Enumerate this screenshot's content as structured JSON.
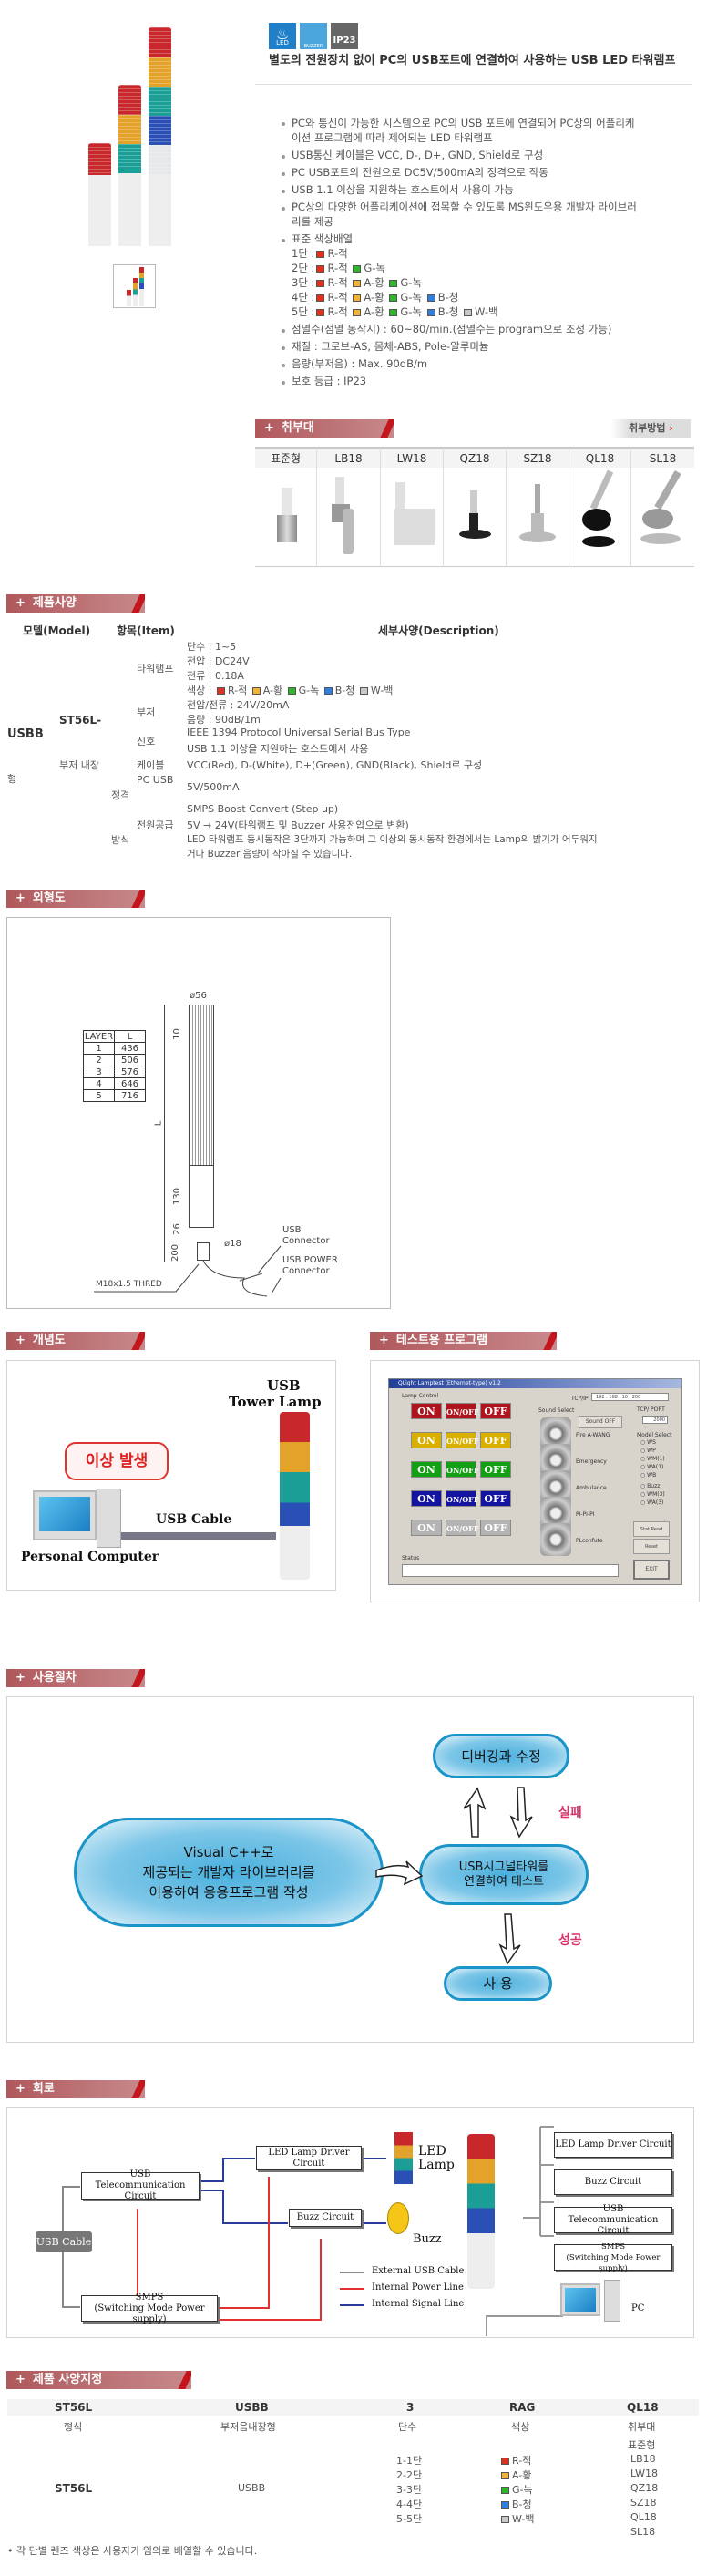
{
  "badges": {
    "led": "LED",
    "buzzer": "BUZZER",
    "ip": "IP23"
  },
  "title": "별도의 전원장치 없이 PC의 USB포트에 연결하여 사용하는 USB LED 타워램프",
  "features": [
    "PC와 통신이 가능한 시스템으로 PC의 USB 포트에 연결되어 PC상의 어플리케",
    "이션 프로그램에 따라 제어되는 LED 타워램프",
    "USB통신 케이블은 VCC, D-, D+, GND, Shield로 구성",
    "PC USB포트의 전원으로 DC5V/500mA의 정격으로 작동",
    "USB 1.1 이상을 지원하는 호스트에서 사용이 가능",
    "PC상의 다양한 어플리케이션에 접목할 수 있도록 MS윈도우용 개발자 라이브러",
    "리를 제공",
    "표준 색상배열"
  ],
  "colors": {
    "R": "#e0301e",
    "A": "#f2b233",
    "G": "#2fb52a",
    "B": "#2f7fe0",
    "W": "#c8c8c8"
  },
  "color_names": {
    "R": "R-적",
    "A": "A-황",
    "G": "G-녹",
    "B": "B-청",
    "W": "W-백"
  },
  "tiers": [
    "1단 :",
    "2단 :",
    "3단 :",
    "4단 :",
    "5단 :"
  ],
  "features2": [
    "점멸수(점멸 동작시) : 60~80/min.(점멸수는 program으로 조정 가능)",
    "재질 : 그로브-AS, 몸체-ABS, Pole-알루미늄",
    "음량(부저음) : Max. 90dB/m",
    "보호 등급 : IP23"
  ],
  "sections": {
    "mount": "취부대",
    "spec": "제품사양",
    "outline": "외형도",
    "concept": "개념도",
    "testprog": "테스트용 프로그램",
    "procedure": "사용절차",
    "circuit": "회로",
    "order": "제품 사양지정"
  },
  "mount": {
    "method_button": "취부방법",
    "columns": [
      "표준형",
      "LB18",
      "LW18",
      "QZ18",
      "SZ18",
      "QL18",
      "SL18"
    ]
  },
  "spec": {
    "headers": [
      "모델(Model)",
      "항목(Item)",
      "세부사양(Description)"
    ],
    "model": [
      "USBB",
      "형",
      "ST56L-",
      "부저 내장"
    ],
    "items": [
      "타워램프",
      "부저",
      "신호",
      "케이블",
      "PC USB",
      "정격",
      "전원공급",
      "방식"
    ],
    "desc": [
      "단수 : 1~5",
      "전압 : DC24V",
      "전류 : 0.18A",
      "색상 :",
      "전압/전류 : 24V/20mA",
      "음량 : 90dB/1m",
      "IEEE 1394 Protocol Universal Serial Bus Type",
      "USB 1.1 이상을 지원하는 호스트에서 사용",
      "VCC(Red), D-(White), D+(Green), GND(Black), Shield로 구성",
      "5V/500mA",
      "SMPS Boost Convert (Step up)",
      "5V → 24V(타워램프 및 Buzzer 사용전압으로 변환)",
      "LED 타워램프 동시동작은 3단까지 가능하며 그 이상의 동시동작 환경에서는 Lamp의 밝기가 어두워지",
      "거나 Buzzer 음량이 작아질 수 있습니다."
    ]
  },
  "outline": {
    "table_headers": [
      "LAYER",
      "L"
    ],
    "rows": [
      [
        "1",
        "436"
      ],
      [
        "2",
        "506"
      ],
      [
        "3",
        "576"
      ],
      [
        "4",
        "646"
      ],
      [
        "5",
        "716"
      ]
    ],
    "dims": [
      "ø56",
      "10",
      "L",
      "130",
      "26",
      "200",
      "ø18"
    ],
    "labels": [
      "USB",
      "Connector",
      "USB POWER",
      "Connector",
      "M18x1.5 THRED"
    ]
  },
  "concept": {
    "tower1": "USB",
    "tower2": "Tower Lamp",
    "alert": "이상 발생",
    "cable": "USB Cable",
    "pc": "Personal Computer"
  },
  "testprog": {
    "window_title": "QLight Lamptest (Ethernet-type) v1.2",
    "lamp_control": "Lamp Control",
    "on": "ON",
    "onoff": "ON/OFF",
    "off": "OFF",
    "sound_select": "Sound Select",
    "sound_off": "Sound OFF",
    "sounds": [
      "Fire A-WANG",
      "Emergency",
      "Ambulance",
      "PI-PI-PI",
      "PLconfute"
    ],
    "tcpip": "TCP/IP",
    "ip": "192 . 168 . 10 . 200",
    "port_label": "TCP/ PORT",
    "port": "2000",
    "model_select": "Model Select",
    "models": [
      "WS",
      "WP",
      "WM(1)",
      "WA(1)",
      "WB",
      "Buzz",
      "WM(3)",
      "WA(3)"
    ],
    "start_read": "Stat.Read",
    "reset": "Reset",
    "exit": "EXIT",
    "status": "Status"
  },
  "procedure": {
    "develop": "Visual C++로\n제공되는 개발자 라이브러리를\n이용하여 응용프로그램 작성",
    "debug": "디버깅과 수정",
    "test": "USB시그널타워를\n연결하여 테스트",
    "use": "사 용",
    "fail": "실패",
    "success": "성공"
  },
  "circuit": {
    "usb_telecom": "USB\nTelecommunication Circuit",
    "led_driver": "LED Lamp Driver Circuit",
    "buzz_circuit": "Buzz Circuit",
    "smps": "SMPS\n(Switching Mode Power supply)",
    "usb_cable": "USB Cable",
    "led_lamp": "LED\nLamp",
    "buzz": "Buzz",
    "legend": [
      "External USB Cable",
      "Internal Power Line",
      "Internal Signal Line"
    ],
    "pc": "PC"
  },
  "order": {
    "codes": [
      "ST56L",
      "USBB",
      "3",
      "RAG",
      "QL18"
    ],
    "labels": [
      "형식",
      "부저음내장형",
      "단수",
      "색상",
      "취부대"
    ],
    "model": "ST56L",
    "buzzer": "USBB",
    "tiers": [
      "1-1단",
      "2-2단",
      "3-3단",
      "4-4단",
      "5-5단"
    ],
    "mounts": [
      "표준형",
      "LB18",
      "LW18",
      "QZ18",
      "SZ18",
      "QL18",
      "SL18"
    ],
    "note": "각 단별 렌즈 색상은 사용자가 임의로 배열할 수 있습니다."
  }
}
